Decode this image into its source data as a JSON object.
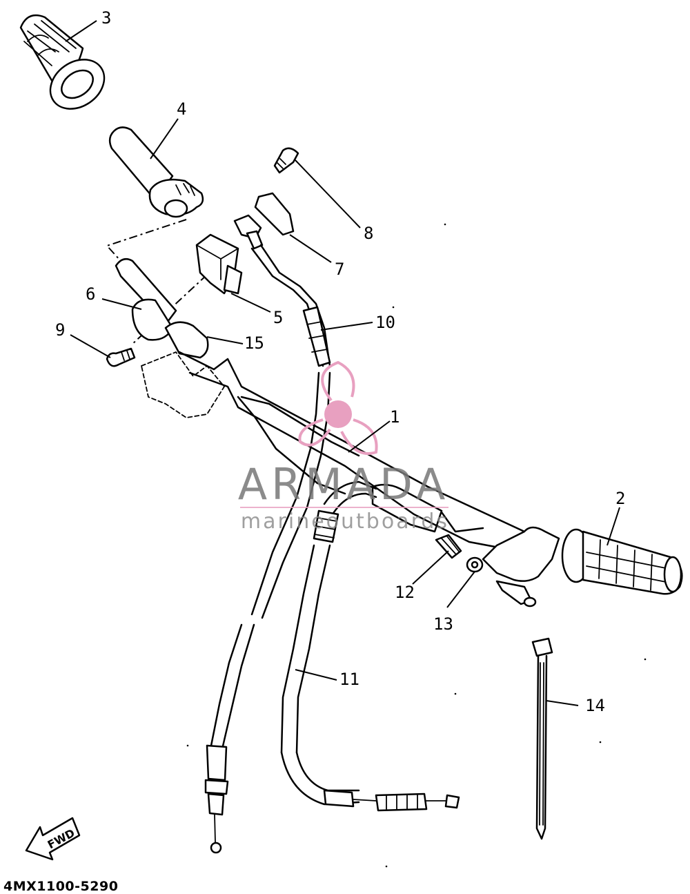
{
  "callouts": [
    "1",
    "2",
    "3",
    "4",
    "5",
    "6",
    "7",
    "8",
    "9",
    "10",
    "11",
    "12",
    "13",
    "14",
    "15"
  ],
  "direction_marker": "FWD",
  "diagram_code": "4MX1100-5290",
  "watermark": {
    "title": "ARMADA",
    "subtitle": "marineoutboards",
    "logo": "propeller-logo",
    "color": "#e8a0c0"
  }
}
